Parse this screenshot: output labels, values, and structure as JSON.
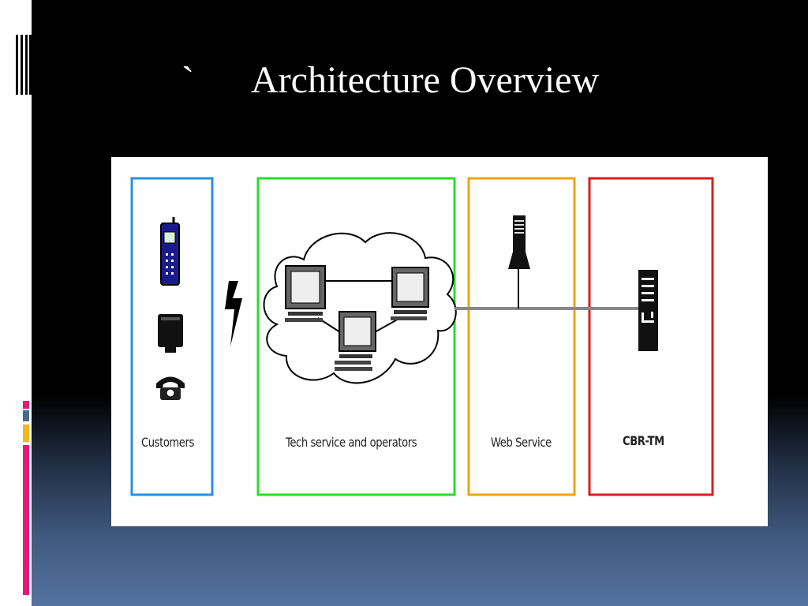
{
  "slide": {
    "title_prefix": "`",
    "title": "Architecture Overview"
  },
  "diagram": {
    "boxes": [
      {
        "label": "Customers",
        "color": "#2b8fe0"
      },
      {
        "label": "Tech service and operators",
        "color": "#27dd2a"
      },
      {
        "label": "Web Service",
        "color": "#f0a40c"
      },
      {
        "label": "CBR-TM",
        "color": "#de1b1b"
      }
    ]
  },
  "theme": {
    "accent_colors": [
      "#e8187a",
      "#4a6a8a",
      "#f1b81d",
      "#e8187a"
    ]
  }
}
